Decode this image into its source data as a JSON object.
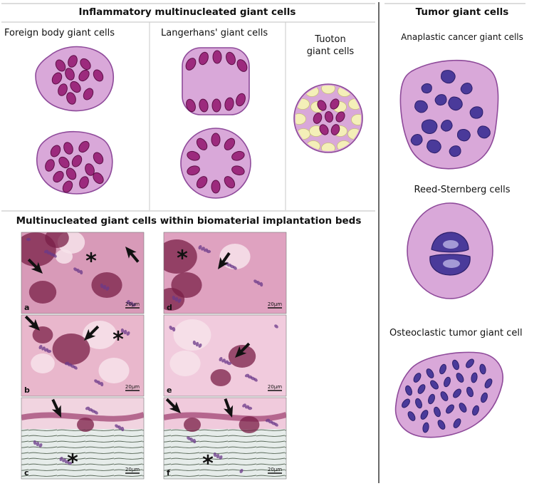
{
  "left_panel": {
    "title": "Inflammatory multinucleated giant cells",
    "types": [
      {
        "label": "Foreign body giant cells"
      },
      {
        "label": "Langerhans' giant cells"
      },
      {
        "label_line1": "Tuoton",
        "label_line2": "giant cells"
      }
    ]
  },
  "micro_panel": {
    "title": "Multinucleated giant cells within biomaterial implantation beds",
    "panels": [
      {
        "letter": "a",
        "scale": "20µm"
      },
      {
        "letter": "b",
        "scale": "20µm"
      },
      {
        "letter": "c",
        "scale": "20µm"
      },
      {
        "letter": "d",
        "scale": "20µm"
      },
      {
        "letter": "e",
        "scale": "20µm"
      },
      {
        "letter": "f",
        "scale": "20µm"
      }
    ],
    "asterisk": "*"
  },
  "right_panel": {
    "title": "Tumor giant cells",
    "types": [
      {
        "label": "Anaplastic cancer giant cells"
      },
      {
        "label": "Reed-Sternberg cells"
      },
      {
        "label": "Osteoclastic tumor giant cell"
      }
    ]
  },
  "colors": {
    "cytoplasm": "#d9a8d9",
    "cell_border": "#8e4a9a",
    "inflammatory_nucleus": "#9c2a7d",
    "tumor_nucleus": "#4a3a9a",
    "tuoton_vacuole": "#f4efb8",
    "tissue_pink": "#e7a9c6",
    "tissue_dark": "#7a1f47"
  }
}
